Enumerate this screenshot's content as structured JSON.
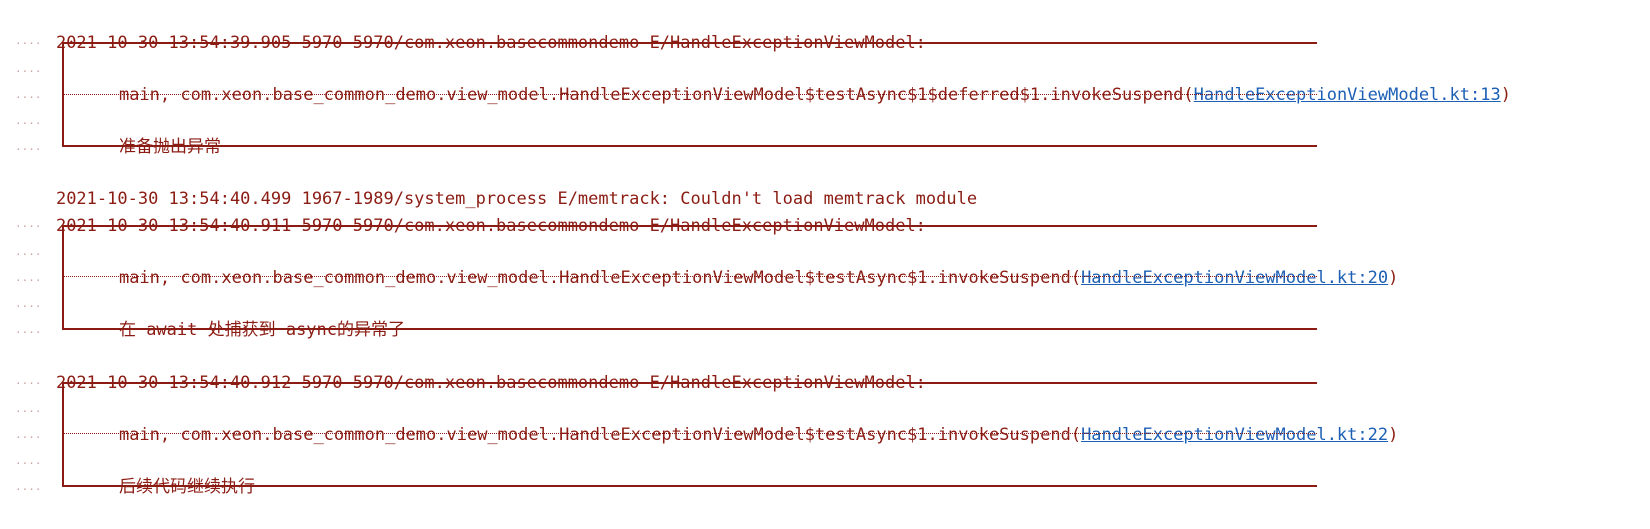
{
  "entries": [
    {
      "header": "2021-10-30 13:54:39.905 5970-5970/com.xeon.basecommondemo E/HandleExceptionViewModel:",
      "thread": "main,",
      "method": "com.xeon.base_common_demo.view_model.HandleExceptionViewModel$testAsync$1$deferred$1.invokeSuspend(",
      "link": "HandleExceptionViewModel.kt:13",
      "close": ")",
      "message": "准备抛出异常"
    },
    {
      "header": "2021-10-30 13:54:40.499 1967-1989/system_process E/memtrack: Couldn't load memtrack module"
    },
    {
      "header": "2021-10-30 13:54:40.911 5970-5970/com.xeon.basecommondemo E/HandleExceptionViewModel:",
      "thread": "main,",
      "method": "com.xeon.base_common_demo.view_model.HandleExceptionViewModel$testAsync$1.invokeSuspend(",
      "link": "HandleExceptionViewModel.kt:20",
      "close": ")",
      "message": "在 await 处捕获到 async的异常了"
    },
    {
      "header": "2021-10-30 13:54:40.912 5970-5970/com.xeon.basecommondemo E/HandleExceptionViewModel:",
      "thread": "main,",
      "method": "com.xeon.base_common_demo.view_model.HandleExceptionViewModel$testAsync$1.invokeSuspend(",
      "link": "HandleExceptionViewModel.kt:22",
      "close": ")",
      "message": "后续代码继续执行"
    }
  ]
}
